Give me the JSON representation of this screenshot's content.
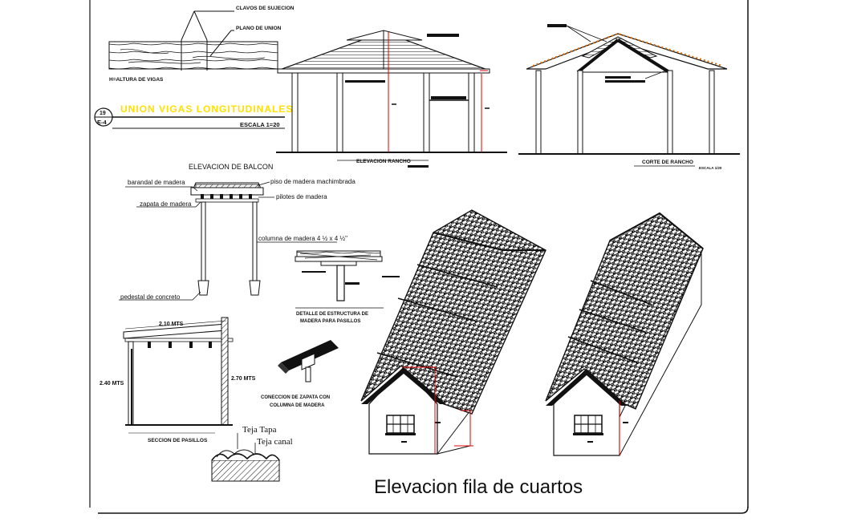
{
  "labels": {
    "clavos": "CLAVOS DE SUJECION",
    "plano": "PLANO DE UNION",
    "altura": "H=ALTURA DE VIGAS",
    "union_title": "UNION VIGAS LONGITUDINALES",
    "detail_num": "19",
    "detail_sheet": "E-4",
    "escala": "ESCALA 1=20",
    "elev_rancho": "ELEVACION RANCHO",
    "corte_rancho": "CORTE DE RANCHO",
    "corte_escala": "ESCALA 1/20",
    "elev_balcon": "ELEVACION DE BALCON",
    "barandal": "barandal de madera",
    "piso": "piso de madera machimbrada",
    "pilotes": "pilotes de madera",
    "zapata": "zapata de madera",
    "columna": "columna de madera 4 ½ x 4 ½\"",
    "pedestal": "pedestal de concreto",
    "detalle_estructura_1": "DETALLE DE ESTRUCTURA DE",
    "detalle_estructura_2": "MADERA PARA PASILLOS",
    "conexion_1": "CONECCION DE ZAPATA CON",
    "conexion_2": "COLUMNA DE MADERA",
    "seccion_pasillos": "SECCION DE PASILLOS",
    "dim_top": "2.10 MTS",
    "dim_left": "2.40 MTS",
    "dim_right": "2.70 MTS",
    "teja_tapa": "Teja Tapa",
    "teja_canal": "Teja canal",
    "elev_cuartos": "Elevacion fila de cuartos"
  },
  "colors": {
    "ink": "#111111",
    "highlight": "#ffe000",
    "dimension_red": "#e00000",
    "tile_orange": "#e06a00"
  }
}
